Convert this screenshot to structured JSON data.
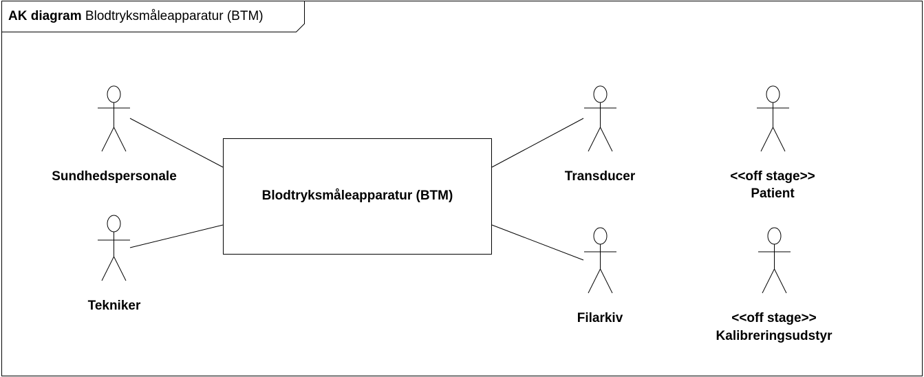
{
  "frame": {
    "kind": "AK diagram",
    "name": "Blodtryksmåleapparatur (BTM)"
  },
  "system": {
    "label": "Blodtryksmåleapparatur (BTM)"
  },
  "actors": {
    "sundhedspersonale": {
      "label": "Sundhedspersonale"
    },
    "tekniker": {
      "label": "Tekniker"
    },
    "transducer": {
      "label": "Transducer"
    },
    "filarkiv": {
      "label": "Filarkiv"
    },
    "patient": {
      "stereotype": "<<off stage>>",
      "label": "Patient"
    },
    "kalibreringsudstyr": {
      "stereotype": "<<off stage>>",
      "label": "Kalibreringsudstyr"
    }
  },
  "colors": {
    "stroke": "#000000",
    "background": "#ffffff"
  }
}
